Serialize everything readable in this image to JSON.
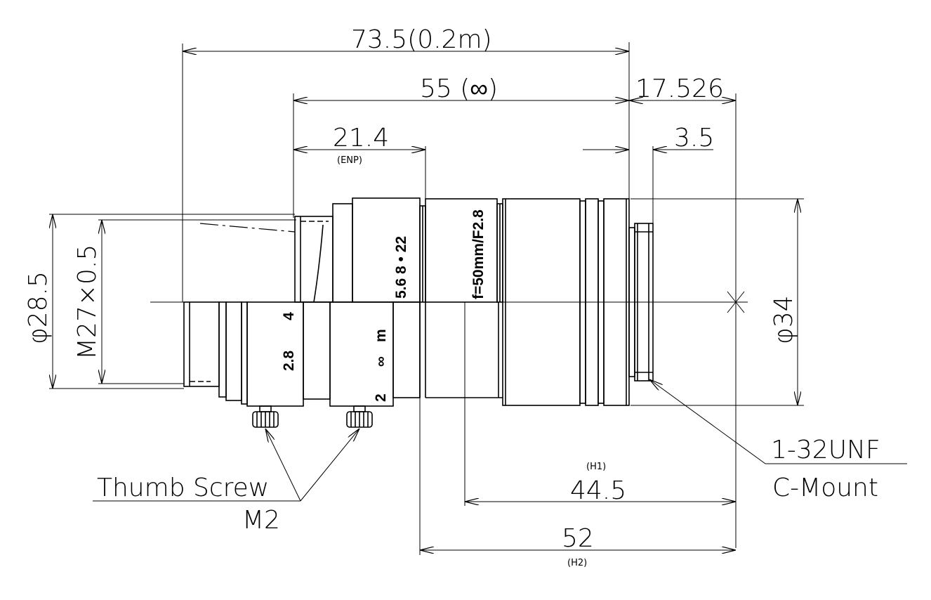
{
  "dimensions": {
    "total_length": "73.5(0.2m)",
    "length_infinity": "55 (∞)",
    "flange_back": "17.526",
    "mount_thread": "3.5",
    "enp_distance": "21.4",
    "enp_note": "(ENP)",
    "filter_diameter": "φ28.5",
    "filter_thread": "M27×0.5",
    "body_diameter": "φ34",
    "h1_distance": "44.5",
    "h1_note": "(H1)",
    "h2_distance": "52",
    "h2_note": "(H2)"
  },
  "callouts": {
    "thumb_screw": "Thumb Screw",
    "thumb_screw_size": "M2",
    "mount_thread_spec": "1-32UNF",
    "mount_type": "C-Mount"
  },
  "lens_markings": {
    "focal": "f=50mm/F2.8",
    "f_stops_upper": "5.6  8  •  22",
    "f_stop_lower_1": "2.8",
    "f_stop_lower_2": "4",
    "focus_m": "m",
    "focus_inf": "∞",
    "focus_2": "2"
  }
}
